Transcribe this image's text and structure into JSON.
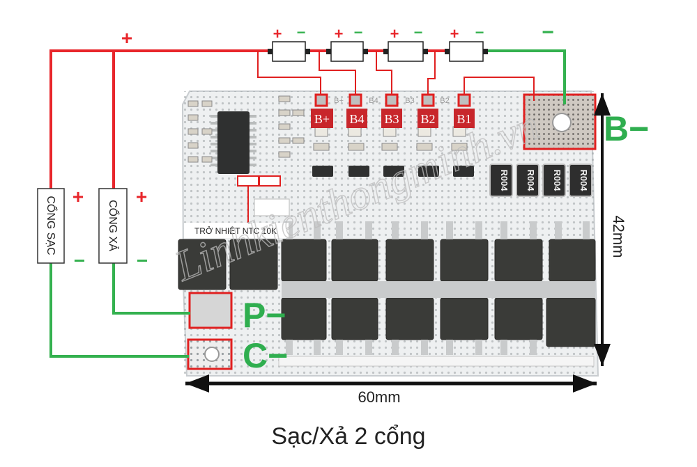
{
  "wire_signs": {
    "plus": "+",
    "minus": "−",
    "main_plus": "+",
    "bminus_wire_minus": "−"
  },
  "cell_taps": [
    "B+",
    "B4",
    "B3",
    "B2",
    "B1"
  ],
  "pcb_silkscreen": {
    "tap_labels": [
      "B+",
      "B4",
      "B3",
      "B2",
      "B1"
    ],
    "resistors": [
      "R004",
      "R004",
      "R004",
      "R004"
    ]
  },
  "ports": {
    "charge_port": "CỔNG SẠC",
    "discharge_port": "CỔNG XẢ",
    "plus": "+",
    "minus": "−"
  },
  "terminals": {
    "b_minus": "B−",
    "p_minus": "P−",
    "c_minus": "C−"
  },
  "ntc_label": "TRỞ NHIỆT NTC 10K",
  "dimensions": {
    "width": "60mm",
    "height": "42mm"
  },
  "watermark": "Linhkienthongminh.vn",
  "caption": "Sạc/Xả 2 cổng",
  "colors": {
    "positive_wire": "#e8262b",
    "negative_wire": "#34b14f",
    "terminal_text": "#2fae4f",
    "highlight_box": "#e02020",
    "tap_label_bg": "#c8262b",
    "pcb": "#eef0f1",
    "mosfet": "#3a3b38"
  }
}
